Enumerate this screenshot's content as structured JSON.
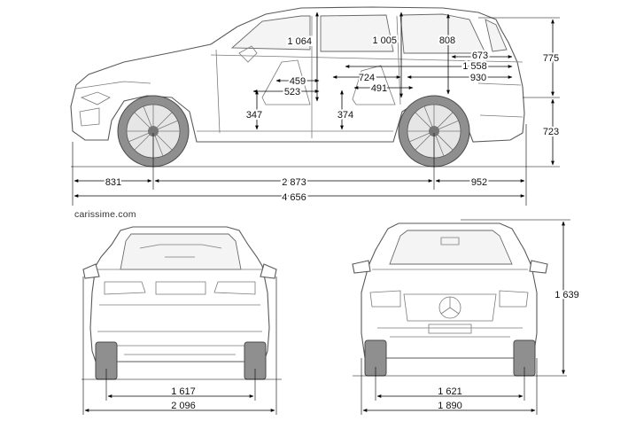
{
  "brand": {
    "watermark": "carissime.com"
  },
  "side_view": {
    "overall_length": "4 656",
    "front_overhang": "831",
    "wheelbase": "2 873",
    "rear_overhang": "952",
    "roof_above_beltline": "775",
    "beltline_height": "723",
    "front_headroom": "1 064",
    "rear_headroom": "1 005",
    "cargo_height": "808",
    "cargo_length_top": "673",
    "cargo_length_mid": "1 558",
    "cargo_length_floor": "930",
    "front_seat_depth": "459",
    "front_legroom": "523",
    "rear_legroom": "724",
    "rear_seat_depth": "491",
    "front_seat_height": "347",
    "rear_seat_height": "374"
  },
  "rear_view": {
    "track": "1 617",
    "width": "2 096"
  },
  "front_view": {
    "track": "1 621",
    "width": "1 890",
    "height": "1 639"
  },
  "colors": {
    "lines": "#000000",
    "car_outline": "#5a5a5a",
    "tires": "#8f8f8f"
  }
}
